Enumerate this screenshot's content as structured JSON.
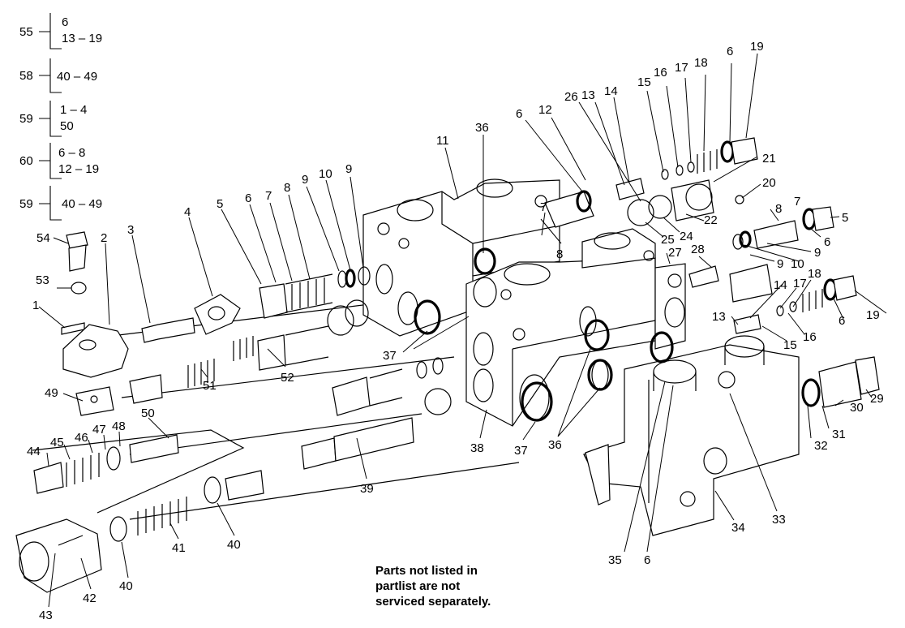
{
  "groups": [
    {
      "ref": "55",
      "lines": [
        "6",
        "13 – 19"
      ]
    },
    {
      "ref": "58",
      "lines": [
        "40 – 49"
      ]
    },
    {
      "ref": "59",
      "lines": [
        "1 – 4",
        "50"
      ]
    },
    {
      "ref": "60",
      "lines": [
        "6 – 8",
        "12 – 19"
      ]
    },
    {
      "ref": "59",
      "lines": [
        "40 – 49"
      ]
    }
  ],
  "callouts": [
    "54",
    "2",
    "3",
    "4",
    "5",
    "6",
    "7",
    "8",
    "9",
    "10",
    "9",
    "11",
    "36",
    "6",
    "12",
    "26",
    "13",
    "14",
    "15",
    "16",
    "17",
    "18",
    "6",
    "19",
    "53",
    "1",
    "21",
    "20",
    "7",
    "8",
    "5",
    "7",
    "8",
    "25",
    "24",
    "22",
    "6",
    "9",
    "27",
    "28",
    "9",
    "10",
    "18",
    "14",
    "17",
    "13",
    "6",
    "19",
    "15",
    "16",
    "37",
    "52",
    "51",
    "49",
    "50",
    "44",
    "45",
    "46",
    "47",
    "48",
    "38",
    "37",
    "36",
    "39",
    "29",
    "30",
    "31",
    "32",
    "33",
    "34",
    "40",
    "41",
    "40",
    "42",
    "43",
    "35",
    "6"
  ],
  "note": [
    "Parts not listed in",
    "partlist are not",
    "serviced separately."
  ]
}
